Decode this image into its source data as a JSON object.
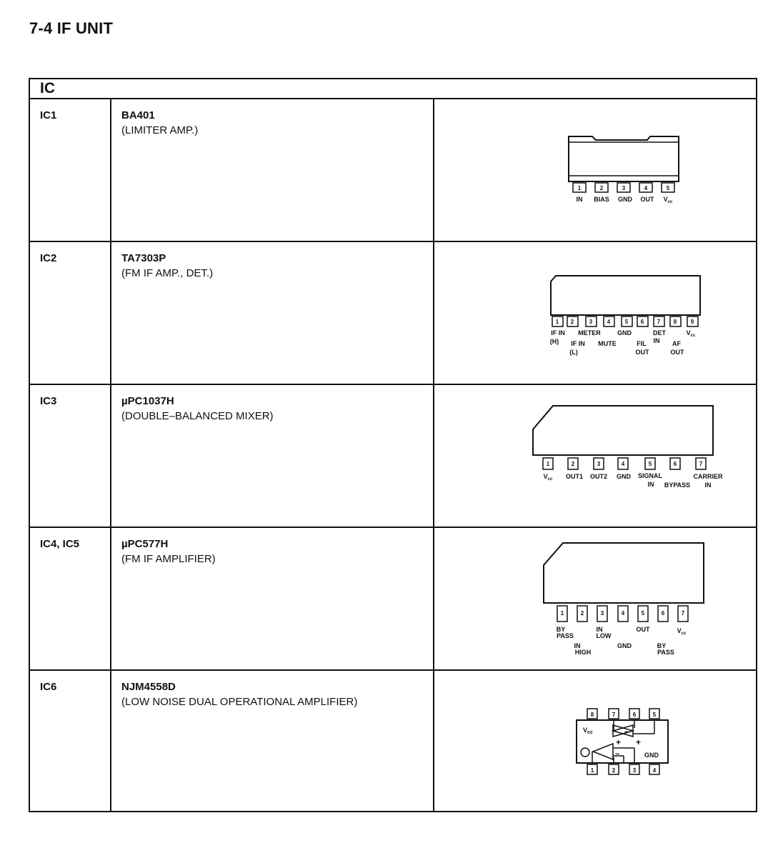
{
  "page": {
    "title": "7-4  IF UNIT"
  },
  "table": {
    "header": "IC"
  },
  "rows": [
    {
      "ref": "IC1",
      "part": "BA401",
      "description": "(LIMITER AMP.)",
      "pins": [
        "1",
        "2",
        "3",
        "4",
        "5"
      ],
      "labels": {
        "in": "IN",
        "bias": "BIAS",
        "gnd": "GND",
        "out": "OUT",
        "vcc": "V",
        "vcc_sub": "cc"
      }
    },
    {
      "ref": "IC2",
      "part": "TA7303P",
      "description": "(FM IF AMP., DET.)",
      "pins": [
        "1",
        "2",
        "3",
        "4",
        "5",
        "6",
        "7",
        "8",
        "9"
      ],
      "labels": {
        "if_in_h_1": "IF IN",
        "if_in_h_2": "(H)",
        "if_in_l_1": "IF IN",
        "if_in_l_2": "(L)",
        "meter": "METER",
        "mute": "MUTE",
        "gnd": "GND",
        "fil_out_1": "FIL",
        "fil_out_2": "OUT",
        "det_in_1": "DET",
        "det_in_2": "IN",
        "af_out_1": "AF",
        "af_out_2": "OUT",
        "vcc": "V",
        "vcc_sub": "cc"
      }
    },
    {
      "ref": "IC3",
      "part": "µPC1037H",
      "description": "(DOUBLE–BALANCED MIXER)",
      "pins": [
        "1",
        "2",
        "3",
        "4",
        "5",
        "6",
        "7"
      ],
      "labels": {
        "vcc": "V",
        "vcc_sub": "cc",
        "out1": "OUT1",
        "out2": "OUT2",
        "gnd": "GND",
        "signal_in_1": "SIGNAL",
        "signal_in_2": "IN",
        "bypass": "BYPASS",
        "carrier_in_1": "CARRIER",
        "carrier_in_2": "IN"
      }
    },
    {
      "ref": "IC4, IC5",
      "part": "µPC577H",
      "description": "(FM IF AMPLIFIER)",
      "pins": [
        "1",
        "2",
        "3",
        "4",
        "5",
        "6",
        "7"
      ],
      "labels": {
        "bypass1_1": "BY",
        "bypass1_2": "PASS",
        "in_high_1": "IN",
        "in_high_2": "HIGH",
        "in_low_1": "IN",
        "in_low_2": "LOW",
        "gnd": "GND",
        "out": "OUT",
        "bypass2_1": "BY",
        "bypass2_2": "PASS",
        "vcc": "V",
        "vcc_sub": "cc"
      }
    },
    {
      "ref": "IC6",
      "part": "NJM4558D",
      "description": "(LOW NOISE DUAL OPERATIONAL AMPLIFIER)",
      "pins_top": [
        "8",
        "7",
        "6",
        "5"
      ],
      "pins_bottom": [
        "1",
        "2",
        "3",
        "4"
      ],
      "labels": {
        "vcc": "V",
        "vcc_sub": "cc",
        "gnd": "GND",
        "plus": "+",
        "minus": "−"
      }
    }
  ]
}
